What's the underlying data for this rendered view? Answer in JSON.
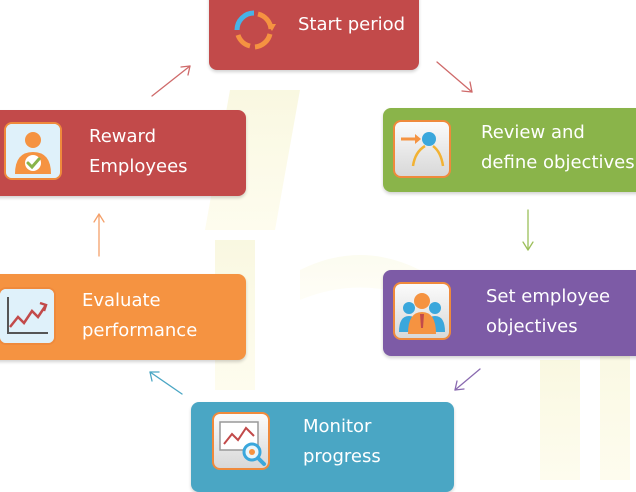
{
  "diagram": {
    "steps": [
      {
        "id": "start",
        "lines": [
          "Start period"
        ],
        "color": "#c24a4a",
        "icon": "cycle-icon"
      },
      {
        "id": "review",
        "lines": [
          "Review and",
          "define objectives"
        ],
        "color": "#8ab44a",
        "icon": "target-icon"
      },
      {
        "id": "set",
        "lines": [
          "Set employee",
          "objectives"
        ],
        "color": "#7d5ba6",
        "icon": "team-icon"
      },
      {
        "id": "monitor",
        "lines": [
          "Monitor",
          "progress"
        ],
        "color": "#4aa6c4",
        "icon": "magnifier-chart-icon"
      },
      {
        "id": "eval",
        "lines": [
          "Evaluate",
          "performance"
        ],
        "color": "#f59341",
        "icon": "line-chart-icon"
      },
      {
        "id": "reward",
        "lines": [
          "Reward",
          "Employees"
        ],
        "color": "#c24a4a",
        "icon": "person-check-icon"
      }
    ]
  }
}
